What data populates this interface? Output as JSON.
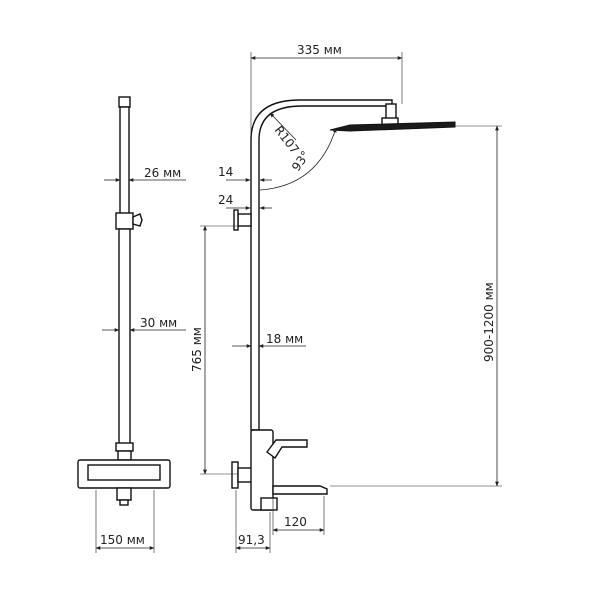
{
  "dimensions": {
    "top_width": "335 мм",
    "radius": "R107",
    "angle": "93°",
    "arm_offset_14": "14",
    "arm_offset_24": "24",
    "pipe_top_diameter": "26 мм",
    "pipe_diameter": "30 мм",
    "pipe_side_diameter": "18 мм",
    "height_765": "765 мм",
    "height_range": "900-1200 мм",
    "mixer_width": "150 мм",
    "spout_offset": "91,3",
    "spout_length": "120"
  }
}
